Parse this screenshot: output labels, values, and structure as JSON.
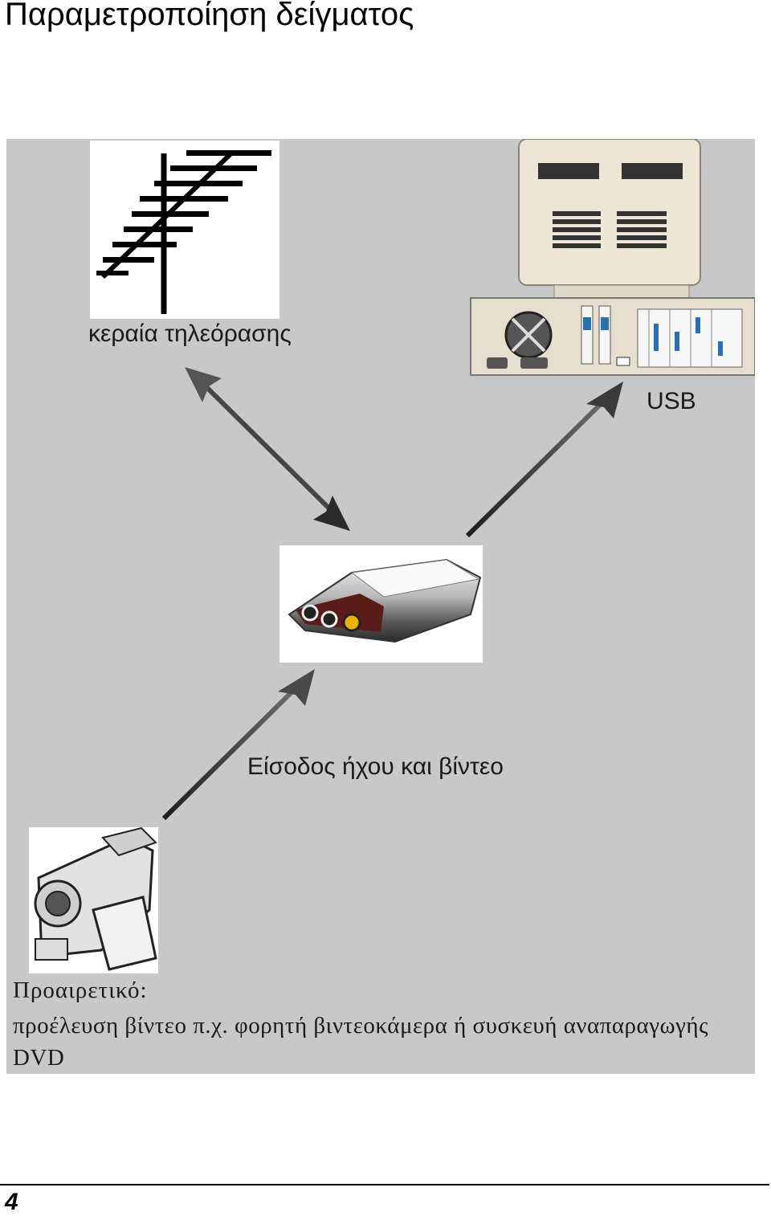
{
  "page": {
    "title": "Παραμετροποίηση δείγματος",
    "page_number": "4"
  },
  "diagram": {
    "antenna_label": "κεραία τηλεόρασης",
    "usb_label": "USB",
    "input_label": "Είσοδος ήχου και βίντεο",
    "optional_title": "Προαιρετικό:",
    "optional_description": "προέλευση βίντεο π.χ. φορητή βιντεοκάμερα ή συσκευή αναπαραγωγής DVD",
    "devices": [
      "antenna-icon",
      "computer-icon",
      "capture-device-icon",
      "camcorder-icon"
    ],
    "colors": {
      "background": "#c8c8c8",
      "arrow": "#3a3a3a"
    }
  }
}
